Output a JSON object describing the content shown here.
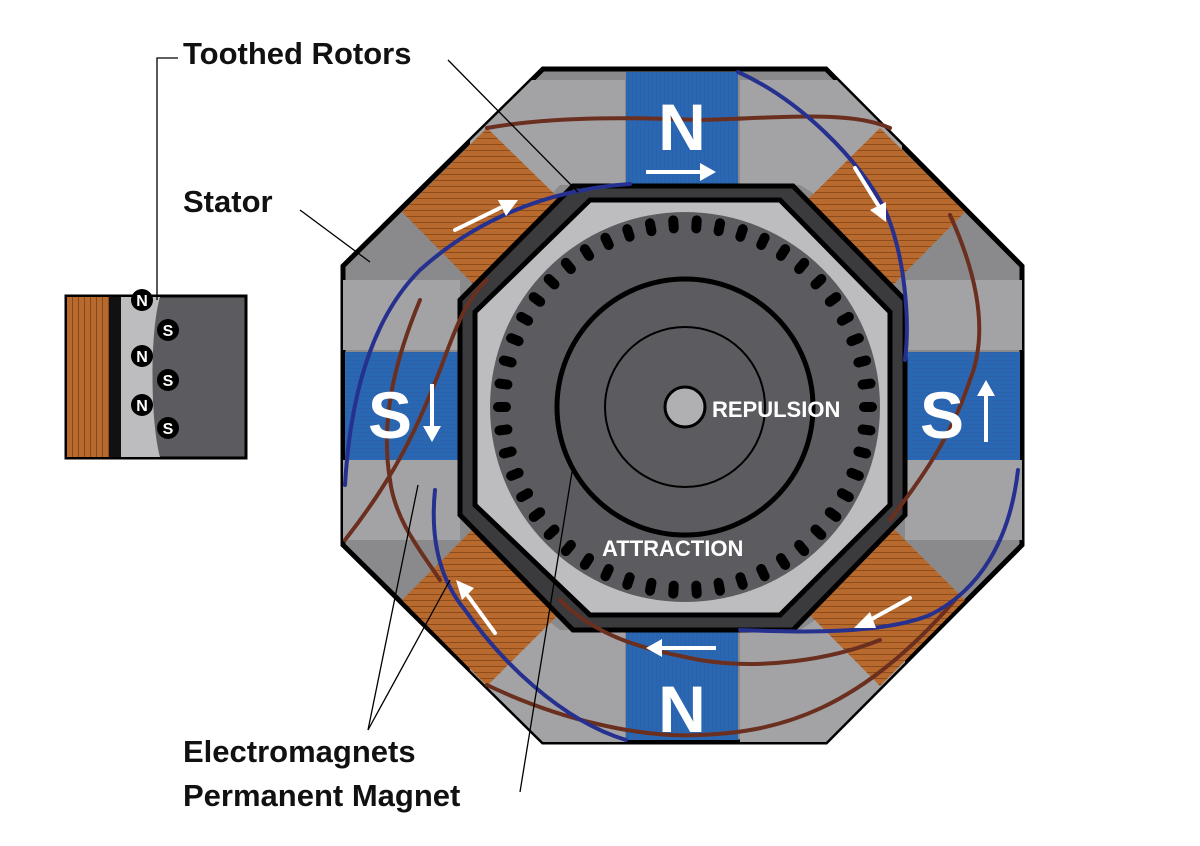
{
  "labels": {
    "toothed_rotors": "Toothed Rotors",
    "stator": "Stator",
    "electromagnets": "Electromagnets",
    "permanent_magnet": "Permanent Magnet",
    "repulsion": "REPULSION",
    "attraction": "ATTRACTION"
  },
  "poles": {
    "top": "N",
    "bottom": "N",
    "left": "S",
    "right": "S"
  },
  "inset_poles": {
    "outer": [
      "N",
      "N",
      "N"
    ],
    "inner": [
      "S",
      "S",
      "S"
    ]
  },
  "colors": {
    "stator": "#8a8a8c",
    "stator_outline": "#000000",
    "magnet_blue": "#2a67b3",
    "coil_copper": "#b86a2e",
    "rotor_dark": "#5c5c60",
    "rotor_ring": "#bdbdc0",
    "wire_blue": "#26318f",
    "wire_brown": "#6b2f1f",
    "arrow": "#ffffff"
  }
}
